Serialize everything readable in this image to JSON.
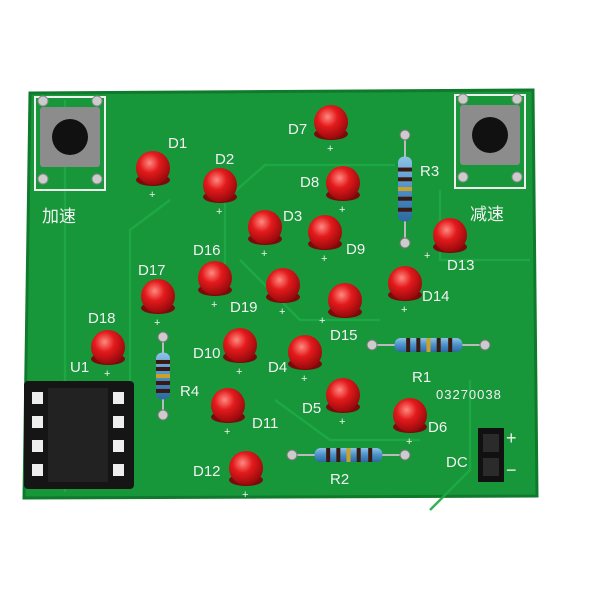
{
  "board": {
    "color": "#17963a",
    "serial": "03270038",
    "button_left_label": "加速",
    "button_right_label": "减速",
    "ic_label": "U1",
    "power_label": "DC",
    "power_plus": "+",
    "power_minus": "−",
    "leds": [
      "D1",
      "D2",
      "D3",
      "D4",
      "D5",
      "D6",
      "D7",
      "D8",
      "D9",
      "D10",
      "D11",
      "D12",
      "D13",
      "D14",
      "D15",
      "D16",
      "D17",
      "D18",
      "D19"
    ],
    "resistors": [
      "R1",
      "R2",
      "R3",
      "R4"
    ],
    "led_color": "#e0141a"
  }
}
